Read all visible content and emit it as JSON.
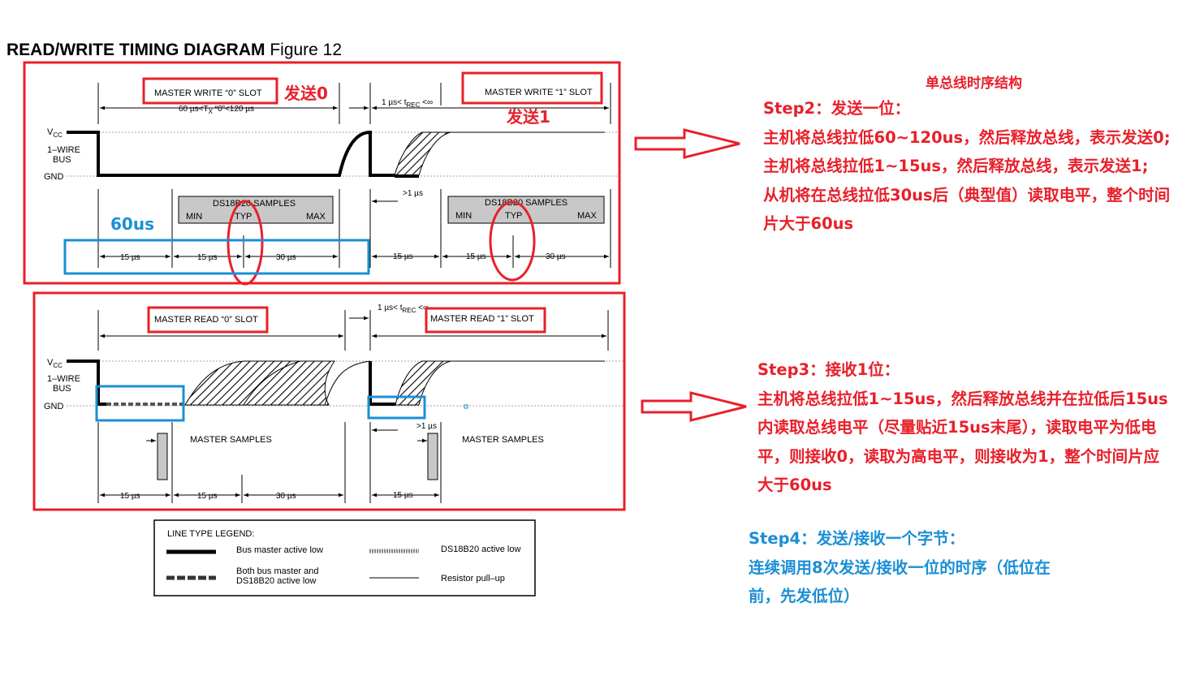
{
  "figure": {
    "title_bold": "READ/WRITE TIMING DIAGRAM",
    "title_normal": "Figure 12"
  },
  "write_section": {
    "slot0_label": "MASTER WRITE “0” SLOT",
    "slot0_timing": "60 µs<T",
    "slot0_timing_sub": "X",
    "slot0_timing_tail": " “0”<120 µs",
    "slot1_label": "MASTER WRITE “1” SLOT",
    "trec_label": "1 µs< t",
    "trec_sub": "REC",
    "trec_tail": " <∞",
    "send0_annotation": "发送0",
    "send1_annotation": "发送1",
    "vcc": "V",
    "vcc_sub": "CC",
    "bus_line1": "1–WIRE",
    "bus_line2": "BUS",
    "gnd": "GND",
    "samples_label": "DS18B20 SAMPLES",
    "min": "MIN",
    "typ": "TYP",
    "max": "MAX",
    "gt1us": ">1 µs",
    "t15": "15 µs",
    "t30": "30 µs",
    "sixty_us_annotation": "60us"
  },
  "read_section": {
    "slot0_label": "MASTER READ “0” SLOT",
    "slot1_label": "MASTER READ “1” SLOT",
    "trec_label": "1 µs< t",
    "trec_sub": "REC",
    "trec_tail": " <∞",
    "vcc": "V",
    "vcc_sub": "CC",
    "bus_line1": "1–WIRE",
    "bus_line2": "BUS",
    "gnd": "GND",
    "master_samples": "MASTER SAMPLES",
    "gt1us": ">1 µs",
    "t15": "15 µs",
    "t30": "30 µs"
  },
  "legend": {
    "title": "LINE TYPE LEGEND:",
    "bus_master": "Bus master active low",
    "both_line1": "Both bus master and",
    "both_line2": "DS18B20 active low",
    "ds_low": "DS18B20 active low",
    "pullup": "Resistor pull–up"
  },
  "notes": {
    "heading": "单总线时序结构",
    "step2_title": "Step2：发送一位：",
    "step2_lines": [
      "主机将总线拉低60~120us，然后释放总线，表示发送0;",
      "主机将总线拉低1~15us，然后释放总线，表示发送1;",
      "从机将在总线拉低30us后（典型值）读取电平，整个时间",
      "片大于60us"
    ],
    "step3_title": "Step3：接收1位：",
    "step3_lines": [
      "主机将总线拉低1~15us，然后释放总线并在拉低后15us",
      "内读取总线电平（尽量贴近15us末尾），读取电平为低电",
      "平，则接收0，读取为高电平，则接收为1，整个时间片应",
      "大于60us"
    ],
    "step4_title": "Step4：发送/接收一个字节：",
    "step4_lines": [
      "连续调用8次发送/接收一位的时序（低位在",
      "前，先发低位）"
    ]
  },
  "colors": {
    "annotation_red": "#e8202a",
    "annotation_blue": "#1a8fd6",
    "samples_box_gray": "#c8c8c8"
  }
}
